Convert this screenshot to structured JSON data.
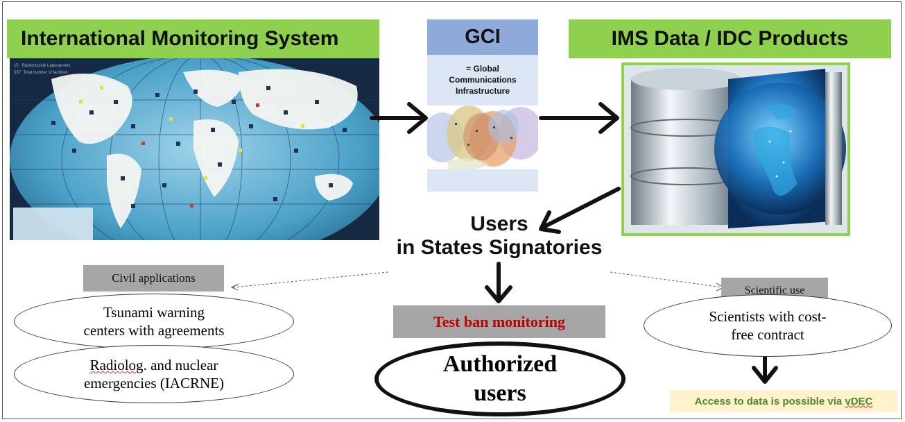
{
  "ims": {
    "title": "International Monitoring System",
    "map_legend": [
      {
        "code": "15",
        "text": "Radionuclide Laboratories"
      },
      {
        "code": "337",
        "text": "Total number of facilities"
      }
    ]
  },
  "gci": {
    "title": "GCI",
    "definition_line1": "= Global",
    "definition_line2": "Communications",
    "definition_line3": "Infrastructure"
  },
  "products": {
    "title": "IMS Data / IDC Products"
  },
  "users": {
    "line1": "Users",
    "line2": "in States Signatories"
  },
  "civil": {
    "tag": "Civil applications",
    "tsunami_line1": "Tsunami warning",
    "tsunami_line2": "centers with agreements",
    "radiolog_word": "Radiolog",
    "radiolog_rest": ". and nuclear",
    "emergencies_line": "emergencies (IACRNE)"
  },
  "testban": {
    "tag": "Test ban monitoring",
    "authorized_line1": "Authorized",
    "authorized_line2": "users"
  },
  "science": {
    "tag": "Scientific use",
    "line1": "Scientists with cost-",
    "line2": "free contract",
    "access_prefix": "Access to data is possible via ",
    "access_vdec": "vDEC"
  },
  "colors": {
    "title_green": "#8fd14f",
    "gci_blue": "#8eaadb",
    "gci_light": "#dce6f4",
    "tag_gray": "#a6a6a6",
    "testban_red": "#c00000",
    "access_bg": "#fff2cc",
    "access_text": "#4a8a2a"
  }
}
